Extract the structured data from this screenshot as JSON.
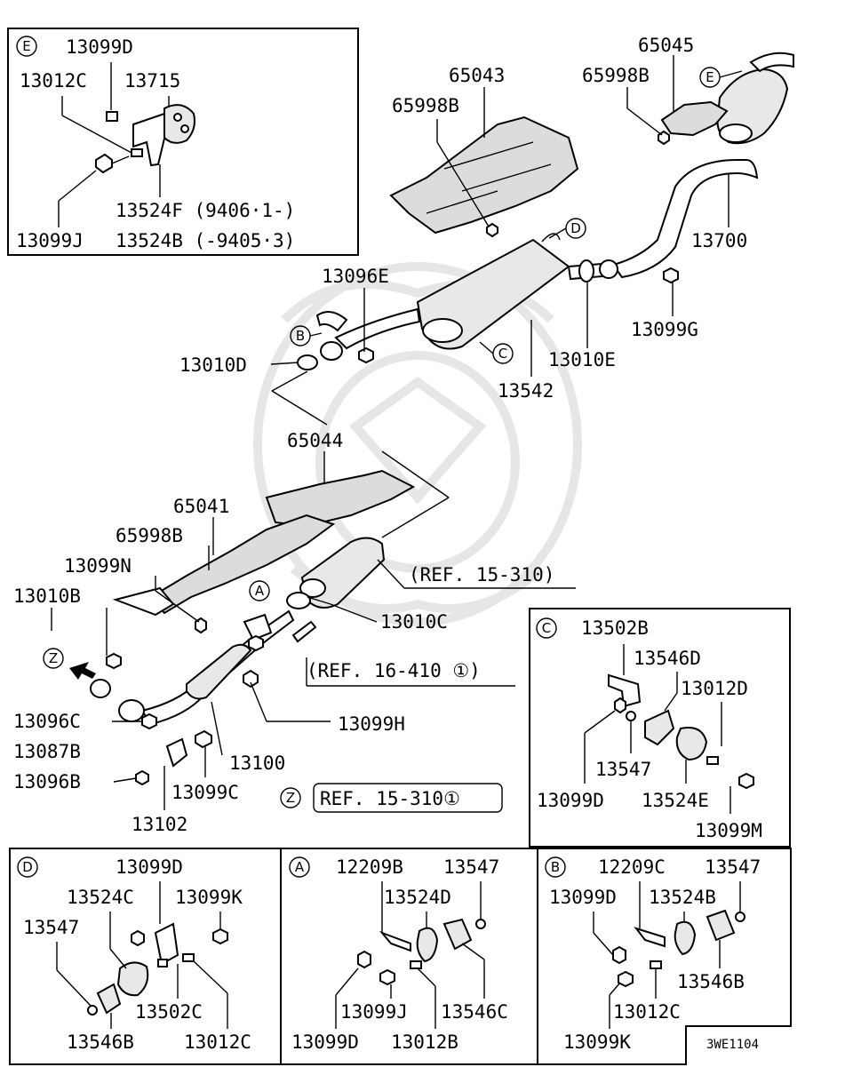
{
  "diagram": {
    "drawing_code": "3WE1104",
    "detail_e": {
      "letter": "E",
      "labels": [
        "13099D",
        "13012C",
        "13715",
        "13524F (9406·1-)",
        "13099J",
        "13524B (-9405·3)"
      ]
    },
    "main": {
      "labels": [
        "65043",
        "65045",
        "65998B",
        "65998B",
        "13700",
        "13096E",
        "13099G",
        "13010D",
        "13010E",
        "13542",
        "65044",
        "65041",
        "65998B",
        "13099N",
        "13010B",
        "13010C",
        "13099H",
        "13096C",
        "13087B",
        "13096B",
        "13100",
        "13099C",
        "13102"
      ],
      "callouts": [
        "E",
        "D",
        "B",
        "C",
        "A",
        "Z",
        "Z"
      ],
      "refs": [
        "(REF. 15-310)",
        "(REF. 16-410 ①)",
        "REF. 15-310①"
      ]
    },
    "detail_c": {
      "letter": "C",
      "labels": [
        "13502B",
        "13546D",
        "13012D",
        "13547",
        "13099D",
        "13524E",
        "13099M"
      ]
    },
    "detail_d": {
      "letter": "D",
      "labels": [
        "13099D",
        "13524C",
        "13099K",
        "13547",
        "13502C",
        "13546B",
        "13012C"
      ]
    },
    "detail_a": {
      "letter": "A",
      "labels": [
        "12209B",
        "13547",
        "13524D",
        "13099J",
        "13546C",
        "13099D",
        "13012B"
      ]
    },
    "detail_b": {
      "letter": "B",
      "labels": [
        "12209C",
        "13547",
        "13099D",
        "13524B",
        "13546B",
        "13012C",
        "13099K"
      ]
    }
  }
}
